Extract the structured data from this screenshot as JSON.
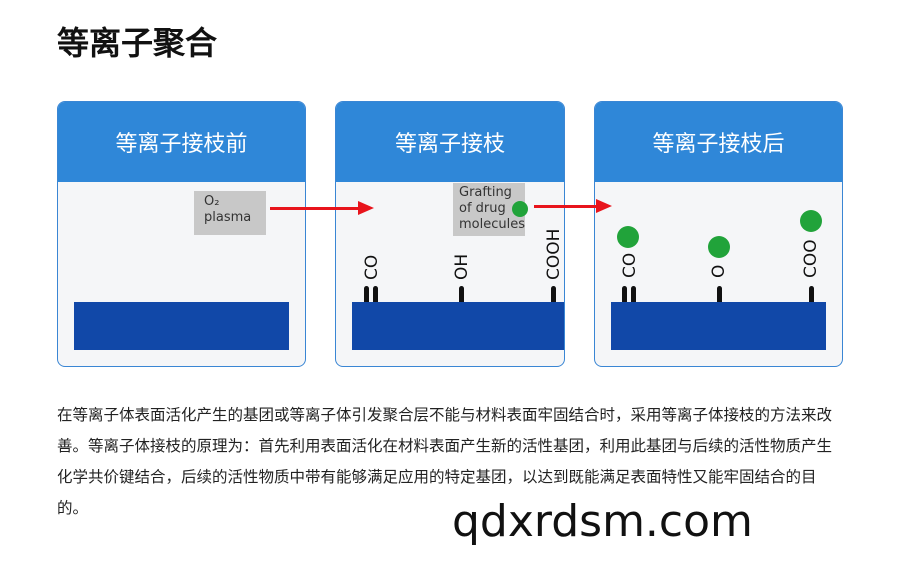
{
  "title": "等离子聚合",
  "panels": [
    {
      "header": "等离子接枝前"
    },
    {
      "header": "等离子接枝",
      "groups": [
        "CO",
        "OH",
        "COOH"
      ]
    },
    {
      "header": "等离子接枝后",
      "groups": [
        "CO",
        "O",
        "COO"
      ]
    }
  ],
  "labels": {
    "o2_line1": "O₂",
    "o2_line2": "plasma",
    "graft_line1": "Grafting",
    "graft_line2": "of drug",
    "graft_line3": "molecules"
  },
  "description": "在等离子体表面活化产生的基团或等离子体引发聚合层不能与材料表面牢固结合时，采用等离子体接枝的方法来改善。等离子体接枝的原理为：首先利用表面活化在材料表面产生新的活性基团，利用此基团与后续的活性物质产生化学共价键结合，后续的活性物质中带有能够满足应用的特定基团，以达到既能满足表面特性又能牢固结合的目的。",
  "watermark": "qdxrdsm.com",
  "colors": {
    "header": "#2f87d8",
    "substrate": "#1148a8",
    "arrow": "#e8141c",
    "drug": "#21a33a"
  }
}
